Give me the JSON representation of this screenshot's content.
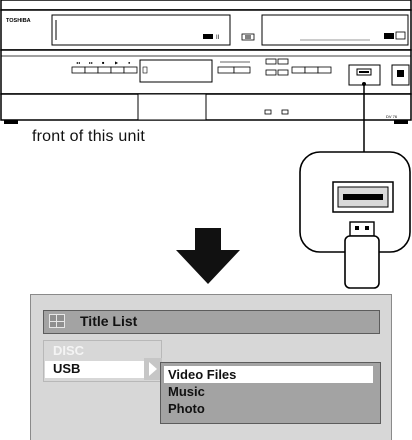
{
  "device": {
    "brand": "TOSHIBA",
    "caption": "front of this unit"
  },
  "screen": {
    "title": "Title List",
    "left_menu": [
      "DISC",
      "USB"
    ],
    "selected_left": "USB",
    "sub_menu": [
      "Video Files",
      "Music",
      "Photo"
    ],
    "selected_sub": "Video Files"
  },
  "icons": [
    "title-list-icon",
    "usb-port-icon",
    "usb-stick-icon",
    "down-arrow-icon",
    "menu-arrow-icon"
  ],
  "colors": {
    "panel_bg": "#d7d7d7",
    "bar_bg": "#a3a3a3",
    "highlight": "#ffffff"
  }
}
